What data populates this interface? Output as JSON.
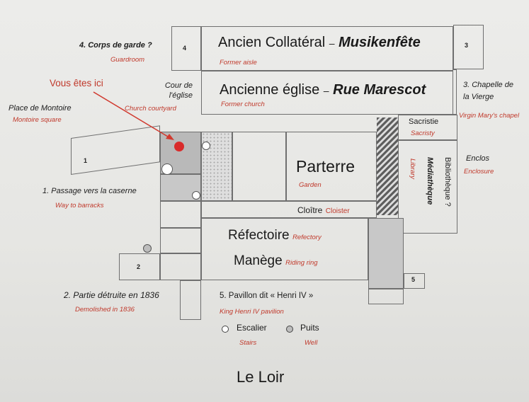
{
  "map": {
    "you_are_here": "Vous êtes ici",
    "rooms": {
      "corps_de_garde": "4. Corps de garde ?",
      "guardroom": "Guardroom",
      "num4": "4",
      "num3": "3",
      "ancien_collateral": "Ancien Collatéral",
      "dash1": "–",
      "musikenfete": "Musikenfête",
      "former_aisle": "Former aisle",
      "cour_eglise": "Cour de l'église",
      "church_courtyard": "Church courtyard",
      "ancienne_eglise": "Ancienne église",
      "dash2": "–",
      "rue_marescot": "Rue Marescot",
      "former_church": "Former church",
      "chapelle": "3. Chapelle de la Vierge",
      "virgin_chapel": "Virgin Mary's chapel",
      "place_montoire": "Place de Montoire",
      "montoire_square": "Montoire square",
      "sacristie": "Sacristie",
      "sacristy": "Sacristy",
      "enclos": "Enclos",
      "enclosure": "Enclosure",
      "num1": "1",
      "parterre": "Parterre",
      "garden": "Garden",
      "bibliotheque": "Bibliothèque ?",
      "mediatheque": "Médiathèque",
      "library": "Library",
      "passage": "1. Passage vers la caserne",
      "way_barracks": "Way to barracks",
      "cloitre": "Cloître",
      "cloister": "Cloister",
      "refectoire": "Réfectoire",
      "refectory": "Refectory",
      "manege": "Manège",
      "riding_ring": "Riding ring",
      "num2": "2",
      "num5": "5",
      "partie_detruite": "2. Partie détruite en 1836",
      "demolished": "Demolished in 1836",
      "pavillon": "5. Pavillon dit « Henri IV »",
      "king_henri": "King Henri IV pavilion"
    },
    "legend": {
      "escalier": "Escalier",
      "stairs": "Stairs",
      "puits": "Puits",
      "well": "Well"
    },
    "river": "Le Loir",
    "colors": {
      "red_label": "#c0392b",
      "marker": "#d92b2b",
      "wall": "#6f6f6f"
    }
  }
}
